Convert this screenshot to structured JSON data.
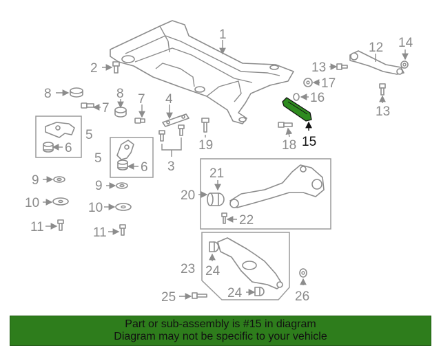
{
  "diagram": {
    "highlight_color": "#2e8b1f",
    "callouts": {
      "c1": "1",
      "c2": "2",
      "c3": "3",
      "c4": "4",
      "c5a": "5",
      "c5b": "5",
      "c6a": "6",
      "c6b": "6",
      "c7a": "7",
      "c7b": "7",
      "c8a": "8",
      "c8b": "8",
      "c9a": "9",
      "c9b": "9",
      "c10a": "10",
      "c10b": "10",
      "c11a": "11",
      "c11b": "11",
      "c12": "12",
      "c13a": "13",
      "c13b": "13",
      "c14": "14",
      "c15": "15",
      "c16": "16",
      "c17": "17",
      "c18": "18",
      "c19": "19",
      "c20": "20",
      "c21": "21",
      "c22": "22",
      "c23": "23",
      "c24a": "24",
      "c24b": "24",
      "c25": "25",
      "c26": "26"
    }
  },
  "banner": {
    "line1": "Part or sub-assembly is #15 in diagram",
    "line2": "Diagram may not be specific to your vehicle",
    "color": "#2e7d1c"
  }
}
